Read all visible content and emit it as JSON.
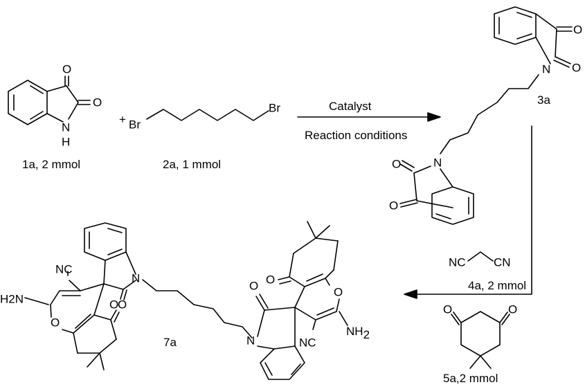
{
  "compounds": {
    "isatin": {
      "label": "1a, 2 mmol",
      "atoms": {
        "o_top": "O",
        "o_right": "O",
        "nh_n": "N",
        "nh_h": "H"
      }
    },
    "dibromohexane": {
      "label": "2a, 1 mmol",
      "br_left": "Br",
      "br_right": "Br"
    },
    "bis_isatin": {
      "label": "3a",
      "o1": "O",
      "o2": "O",
      "n1": "N",
      "o3": "O",
      "o4": "O",
      "n2": "N"
    },
    "malononitrile": {
      "label": "4a, 2 mmol",
      "nc_left": "NC",
      "cn_right": "CN"
    },
    "dimedone": {
      "label": "5a,2 mmol",
      "o_left": "O",
      "o_right": "O"
    },
    "product": {
      "label": "7a",
      "left_unit": {
        "cn": "NC",
        "nh2": "H2N",
        "ring_o": "O",
        "ketone_o": "O",
        "amide_o": "O",
        "n": "N"
      },
      "right_unit": {
        "ketone_o": "O",
        "amide_o": "O",
        "ring_o": "O",
        "n": "N",
        "cn": "NC",
        "nh2_main": "NH",
        "nh2_sub": "2"
      }
    }
  },
  "reaction": {
    "plus": "+",
    "above_arrow": "Catalyst",
    "below_arrow": "Reaction conditions"
  }
}
